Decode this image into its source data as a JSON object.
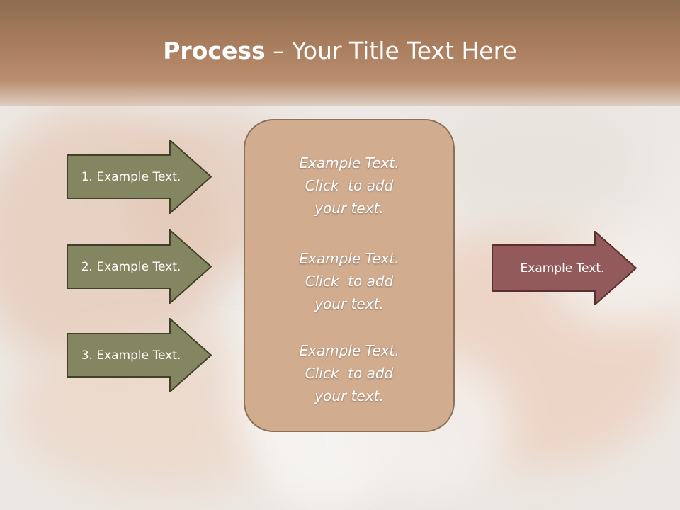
{
  "slide": {
    "title_bold": "Process",
    "title_rest": " – Your Title Text Here"
  },
  "left_arrows": [
    {
      "label": "1. Example Text."
    },
    {
      "label": "2. Example Text."
    },
    {
      "label": "3. Example Text."
    }
  ],
  "right_arrow": {
    "label": "Example Text."
  },
  "center_box": {
    "blocks": [
      {
        "lines": [
          "Example Text.",
          "Click  to add",
          "your text."
        ]
      },
      {
        "lines": [
          "Example Text.",
          "Click  to add",
          "your text."
        ]
      },
      {
        "lines": [
          "Example Text.",
          "Click  to add",
          "your text."
        ]
      }
    ]
  },
  "colors": {
    "header_brown": "#a57a5b",
    "olive_arrow": "#838660",
    "olive_border": "#3f4128",
    "red_arrow": "#925a5a",
    "red_border": "#5b2f2f",
    "box_fill": "#d2ac8f",
    "box_border": "#8c7058",
    "text_white": "#ffffff"
  }
}
